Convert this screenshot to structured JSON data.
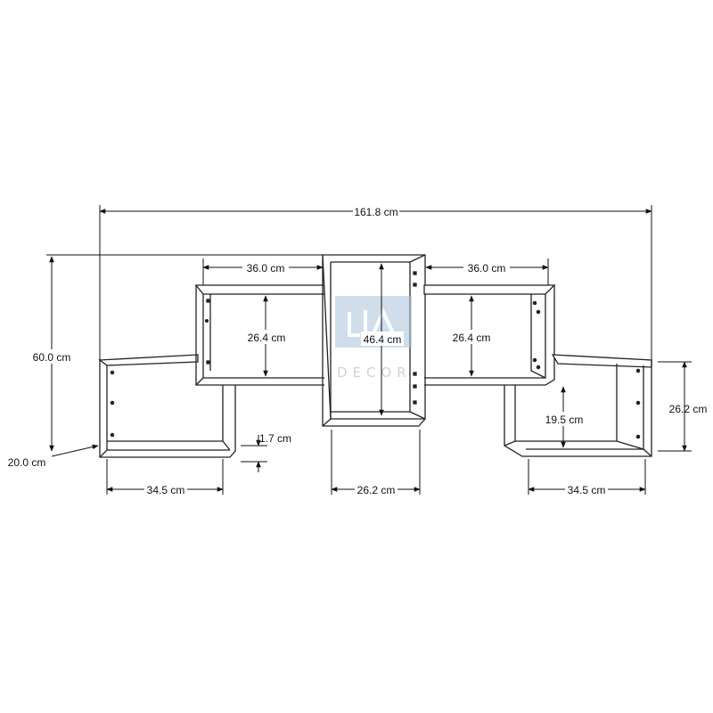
{
  "dimensions": {
    "total_width": "161.8 cm",
    "total_height": "60.0 cm",
    "depth": "20.0 cm",
    "upper_left_width": "36.0 cm",
    "upper_right_width": "36.0 cm",
    "upper_left_height": "26.4 cm",
    "center_height": "46.4 cm",
    "upper_right_height": "26.4 cm",
    "thickness": "1.7 cm",
    "right_inner_height": "19.5 cm",
    "right_outer_height": "26.2 cm",
    "lower_left_width": "34.5 cm",
    "center_width": "26.2 cm",
    "lower_right_width": "34.5 cm"
  },
  "watermark": {
    "text": "DECOR"
  },
  "colors": {
    "line": "#222222",
    "watermark": "#aac4dc"
  }
}
